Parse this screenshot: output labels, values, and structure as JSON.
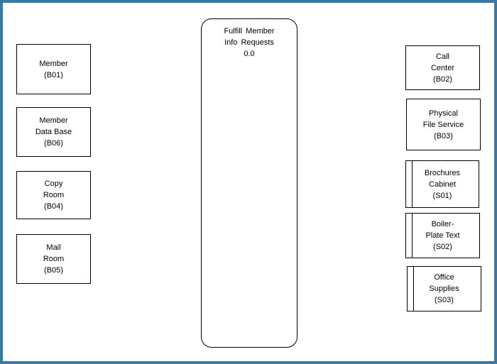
{
  "page": {
    "border_color": "#3a79a1",
    "background_color": "#ffffff",
    "text_color": "#000000"
  },
  "process": {
    "line1": "Fulfill Member",
    "line2": "Info Requests",
    "line3": "0.0"
  },
  "entities": {
    "b01": {
      "line1": "Member",
      "line2": "(B01)"
    },
    "b06": {
      "line1": "Member",
      "line2": "Data Base",
      "line3": "(B06)"
    },
    "b04": {
      "line1": "Copy",
      "line2": "Room",
      "line3": "(B04)"
    },
    "b05": {
      "line1": "Mail",
      "line2": "Room",
      "line3": "(B05)"
    },
    "b02": {
      "line1": "Call",
      "line2": "Center",
      "line3": "(B02)"
    },
    "b03": {
      "line1": "Physical",
      "line2": "File Service",
      "line3": "(B03)"
    }
  },
  "stores": {
    "s01": {
      "line1": "Brochures",
      "line2": "Cabinet",
      "line3": "(S01)"
    },
    "s02": {
      "line1": "Boiler-",
      "line2": "Plate Text",
      "line3": "(S02)"
    },
    "s03": {
      "line1": "Office",
      "line2": "Supplies",
      "line3": "(S03)"
    }
  }
}
